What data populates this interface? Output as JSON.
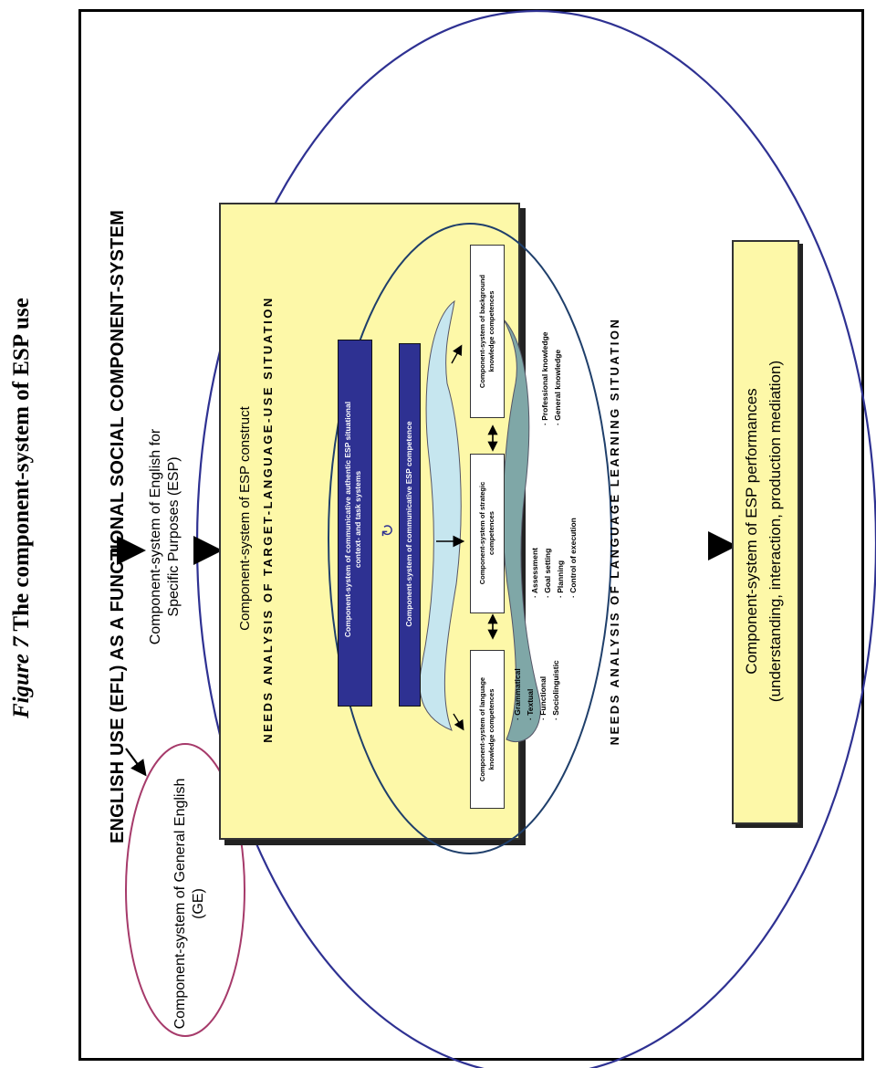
{
  "caption": {
    "figure_label": "Figure 7",
    "title": "The component-system of ESP use"
  },
  "diagram": {
    "main_title": "ENGLISH USE (EFL) AS A FUNCTIONAL SOCIAL COMPONENT-SYSTEM",
    "ge_label": "Component-system of General English (GE)",
    "esp_line1": "Component-system of English for",
    "esp_line2": "Specific Purposes (ESP)",
    "construct_label": "Component-system of ESP construct",
    "arch_top": "NEEDS ANALYSIS OF TARGET-LANGUAGE-USE SITUATION",
    "arch_bottom": "NEEDS ANALYSIS OF LANGUAGE LEARNING SITUATION",
    "context_line1": "Component-system of communicative authentic ESP situational",
    "context_line2": "context- and task systems",
    "competence_label": "Component-system of communicative ESP competence",
    "language_knowledge": {
      "line1": "Component-system of language",
      "line2": "knowledge competences",
      "items": [
        "Grammatical",
        "Textual",
        "Functional",
        "Sociolinguistic"
      ]
    },
    "strategic": {
      "line1": "Component-system of strategic",
      "line2": "competences",
      "items": [
        "Assessment",
        "Goal setting",
        "Planning",
        "Control of execution"
      ]
    },
    "background": {
      "line1": "Component-system of background",
      "line2": "knowledge competences",
      "items": [
        "Professional knowledge",
        "General knowledge"
      ]
    },
    "performance_line1": "Component-system of ESP performances",
    "performance_line2": "(understanding, interaction, production mediation)"
  },
  "colors": {
    "box_fill": "#fdf8a8",
    "bar_fill": "#2e3192",
    "big_ellipse": "#2e3192",
    "ge_ellipse": "#a63a6a",
    "swirl_light": "#c6e6ef",
    "swirl_dark": "#7fa7a7"
  }
}
